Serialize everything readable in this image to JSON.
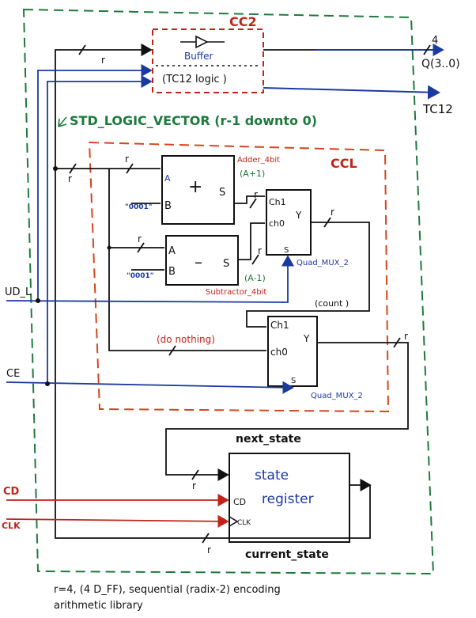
{
  "colors": {
    "ink": "#111111",
    "blue": "#1b3aa0",
    "red": "#c0231a",
    "green": "#1e7a3c"
  },
  "labels": {
    "cc2": "CC2",
    "buffer": "Buffer",
    "tc12_logic": "(TC12 logic )",
    "out_width": "4",
    "q_out": "Q(3..0)",
    "tc12": "TC12",
    "std_logic": "STD_LOGIC_VECTOR (r-1 downto 0)",
    "ccl": "CCL",
    "adder_title": "Adder_4bit",
    "adder_sub": "(A+1)",
    "plus": "+",
    "minus": "–",
    "port_a": "A",
    "port_b": "B",
    "port_s": "S",
    "const_a": "\"0001\"",
    "const_b": "\"0001\"",
    "subtractor_title": "Subtractor_4bit",
    "subtractor_sub": "(A-1)",
    "mux_ch1": "Ch1",
    "mux_ch0": "ch0",
    "mux_y": "Y",
    "mux_s": "S",
    "mux1_name": "Quad_MUX_2",
    "mux2_name": "Quad_MUX_2",
    "count": "(count )",
    "do_nothing": "(do nothing)",
    "ud_l": "UD_L",
    "ce": "CE",
    "cd": "CD",
    "clk": "CLK",
    "next_state": "next_state",
    "current_state": "current_state",
    "state_register_1": "state",
    "state_register_2": "register",
    "reg_cd": "CD",
    "reg_clk": "CLK",
    "bus_r": "r",
    "note_line1": "r=4, (4 D_FF), sequential (radix-2) encoding",
    "note_line2": "arithmetic library"
  }
}
